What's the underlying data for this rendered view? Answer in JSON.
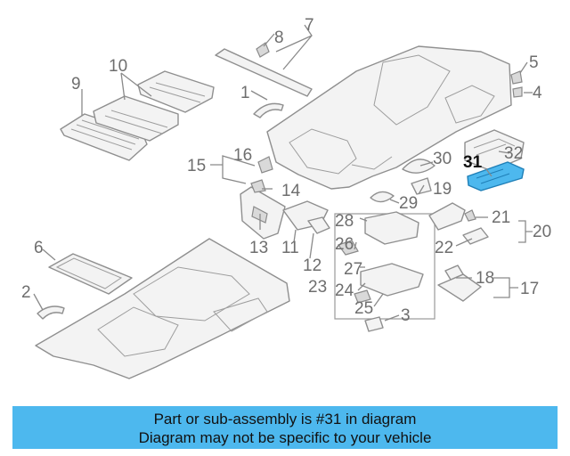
{
  "callouts": [
    "1",
    "2",
    "3",
    "4",
    "5",
    "6",
    "7",
    "8",
    "9",
    "10",
    "11",
    "12",
    "13",
    "14",
    "15",
    "16",
    "17",
    "18",
    "19",
    "20",
    "21",
    "22",
    "23",
    "24",
    "25",
    "26",
    "27",
    "28",
    "29",
    "30",
    "31",
    "32"
  ],
  "highlighted_callout": "31",
  "banner": {
    "line1": "Part or sub-assembly is #31 in diagram",
    "line2": "Diagram may not be specific to your vehicle"
  },
  "colors": {
    "highlight": "#4db8ee",
    "banner": "#4db8ee",
    "line_art": "#8f8f8f"
  }
}
